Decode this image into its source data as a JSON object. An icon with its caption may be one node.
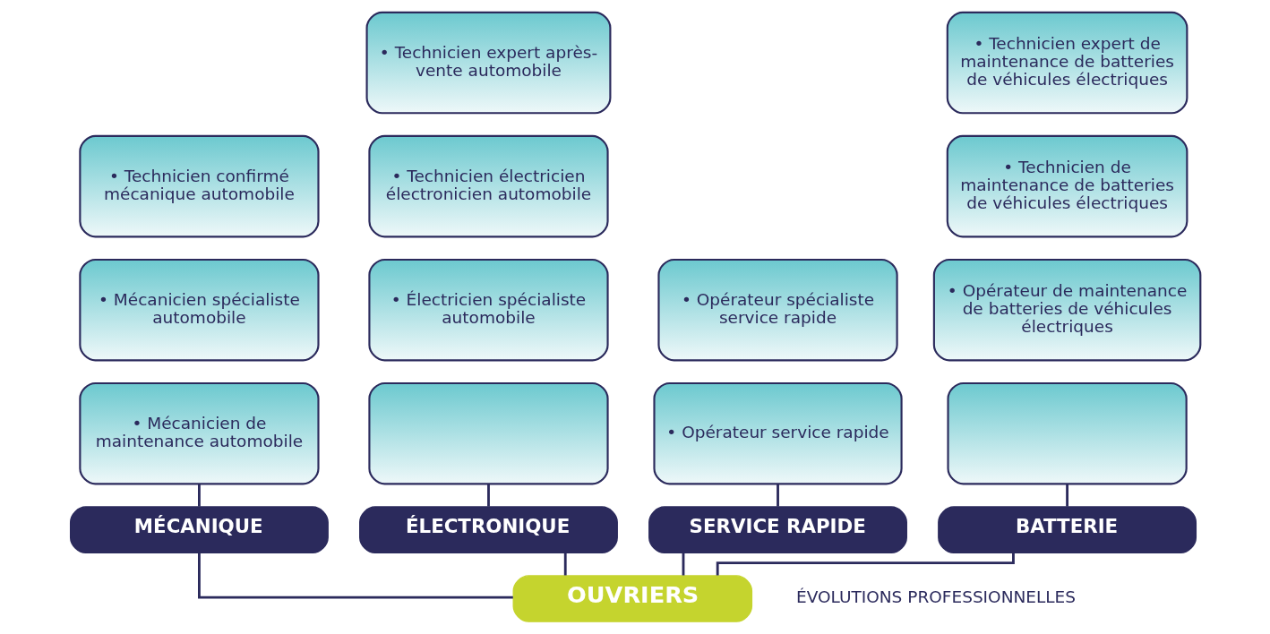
{
  "diagram": {
    "nodes": [
      {
        "text": [
          "• Technicien confirmé mécanique automobile"
        ]
      },
      {
        "text": [
          "• Mécanicien spécialiste automobile"
        ]
      },
      {
        "text": [
          "• Mécanicien de maintenance automobile"
        ]
      },
      {
        "text": [
          "• Technicien expert après-vente automobile"
        ]
      },
      {
        "text": [
          "• Technicien électricien électronicien automobile"
        ]
      },
      {
        "text": [
          "• Électricien spécialiste automobile"
        ]
      },
      {
        "text": [],
        "shape": "box"
      },
      {
        "text": [
          "• Opérateur spécialiste service rapide"
        ]
      },
      {
        "text": [
          "• Opérateur service rapide"
        ]
      },
      {
        "text": [
          "• Technicien expert de maintenance de batteries de véhicules électriques"
        ]
      },
      {
        "text": [
          "• Technicien de maintenance de batteries de véhicules électriques"
        ]
      },
      {
        "text": [
          "• Opérateur de maintenance de batteries de véhicules électriques"
        ]
      },
      {
        "text": [],
        "shape": "box"
      },
      {
        "text": [
          "MÉCANIQUE"
        ]
      },
      {
        "text": [
          "ÉLECTRONIQUE"
        ]
      },
      {
        "text": [
          "SERVICE RAPIDE"
        ]
      },
      {
        "text": [
          "BATTERIE"
        ]
      },
      {
        "text": [
          "OUVRIERS"
        ]
      }
    ],
    "edges": [
      {
        "from": 17,
        "to": 13,
        "arrow": "none"
      },
      {
        "from": 17,
        "to": 14,
        "arrow": "none"
      },
      {
        "from": 17,
        "to": 15,
        "arrow": "none"
      },
      {
        "from": 17,
        "to": 16,
        "arrow": "none"
      },
      {
        "from": 13,
        "to": 2,
        "arrow": "none"
      },
      {
        "from": 14,
        "to": 6,
        "arrow": "none"
      },
      {
        "from": 15,
        "to": 8,
        "arrow": "none"
      },
      {
        "from": 16,
        "to": 12,
        "arrow": "none"
      }
    ],
    "labels": [
      "ÉVOLUTIONS PROFESSIONNELLES"
    ]
  }
}
